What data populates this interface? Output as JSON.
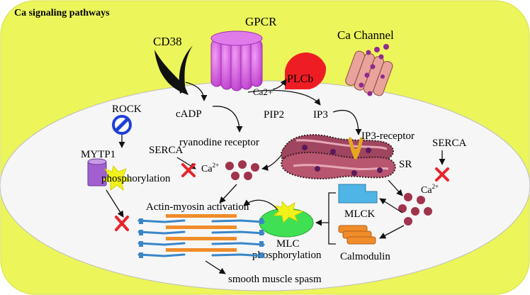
{
  "title": "Ca signaling pathways",
  "labels": {
    "gpcr": "GPCR",
    "cd38": "CD38",
    "ca_channel": "Ca Channel",
    "plcb": "PLCb",
    "ca2plus": "Ca2+",
    "cadp": "cADP",
    "pip2": "PIP2",
    "ip3": "IP3",
    "rock": "ROCK",
    "ryanodine": "ryanodine receptor",
    "ip3_receptor": "IP3-receptor",
    "mytp1": "MYTP1",
    "serca_left": "SERCA",
    "serca_right": "SERCA",
    "phosphorylation": "phosphorylation",
    "ca_left": "Ca",
    "ca_left_sup": "2+",
    "ca_right": "Ca",
    "ca_right_sup": "2+",
    "sr": "SR",
    "actin_myosin": "Actin-myosin activation",
    "mlck": "MLCK",
    "mlc_phos_1": "MLC",
    "mlc_phos_2": "phosphorylation",
    "calmodulin": "Calmodulin",
    "spasm": "smooth muscle spasm"
  },
  "colors": {
    "outer_cell": "#ECF55A",
    "inner_cell": "#F6F6F6",
    "gpcr": "#D958E6",
    "plcb": "#EE1D24",
    "ca_dot": "#A0344C",
    "inhibit": "#E8242B",
    "rock_icon": "#1E3FD8",
    "mlck": "#4FB4E6",
    "calmodulin": "#F08C2A",
    "mlc": "#3FE054",
    "star": "#F2F21A",
    "actin": "#3A86C8",
    "myosin": "#F08C2A",
    "sr": "#A04560"
  }
}
